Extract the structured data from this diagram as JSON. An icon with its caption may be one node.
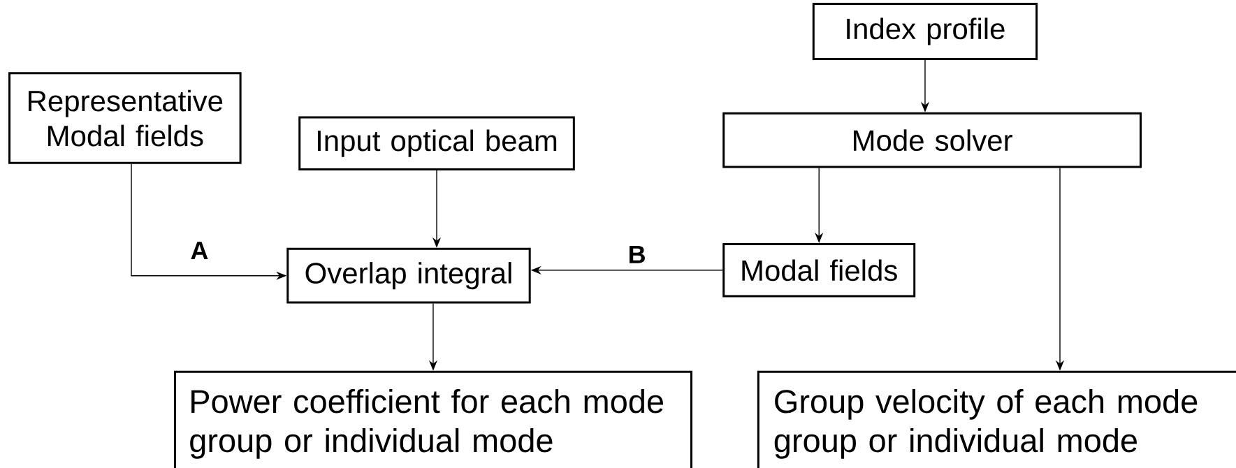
{
  "diagram": {
    "nodes": [
      {
        "text": [
          "Representative Modal fields"
        ]
      },
      {
        "text": [
          "Input optical beam"
        ]
      },
      {
        "text": [
          "Index profile"
        ]
      },
      {
        "text": [
          "Mode solver"
        ]
      },
      {
        "text": [
          "Overlap integral"
        ]
      },
      {
        "text": [
          "Modal fields"
        ]
      },
      {
        "text": [
          "Power coefficient for each mode group or individual mode"
        ]
      },
      {
        "text": [
          "Group velocity of each mode group or individual mode"
        ]
      }
    ],
    "edges": [
      {
        "from": 0,
        "to": 4,
        "arrow": "to",
        "label": "A"
      },
      {
        "from": 1,
        "to": 4,
        "arrow": "to"
      },
      {
        "from": 2,
        "to": 3,
        "arrow": "to"
      },
      {
        "from": 3,
        "to": 5,
        "arrow": "to"
      },
      {
        "from": 5,
        "to": 4,
        "arrow": "to",
        "label": "B"
      },
      {
        "from": 4,
        "to": 6,
        "arrow": "to"
      },
      {
        "from": 3,
        "to": 7,
        "arrow": "to"
      }
    ]
  }
}
